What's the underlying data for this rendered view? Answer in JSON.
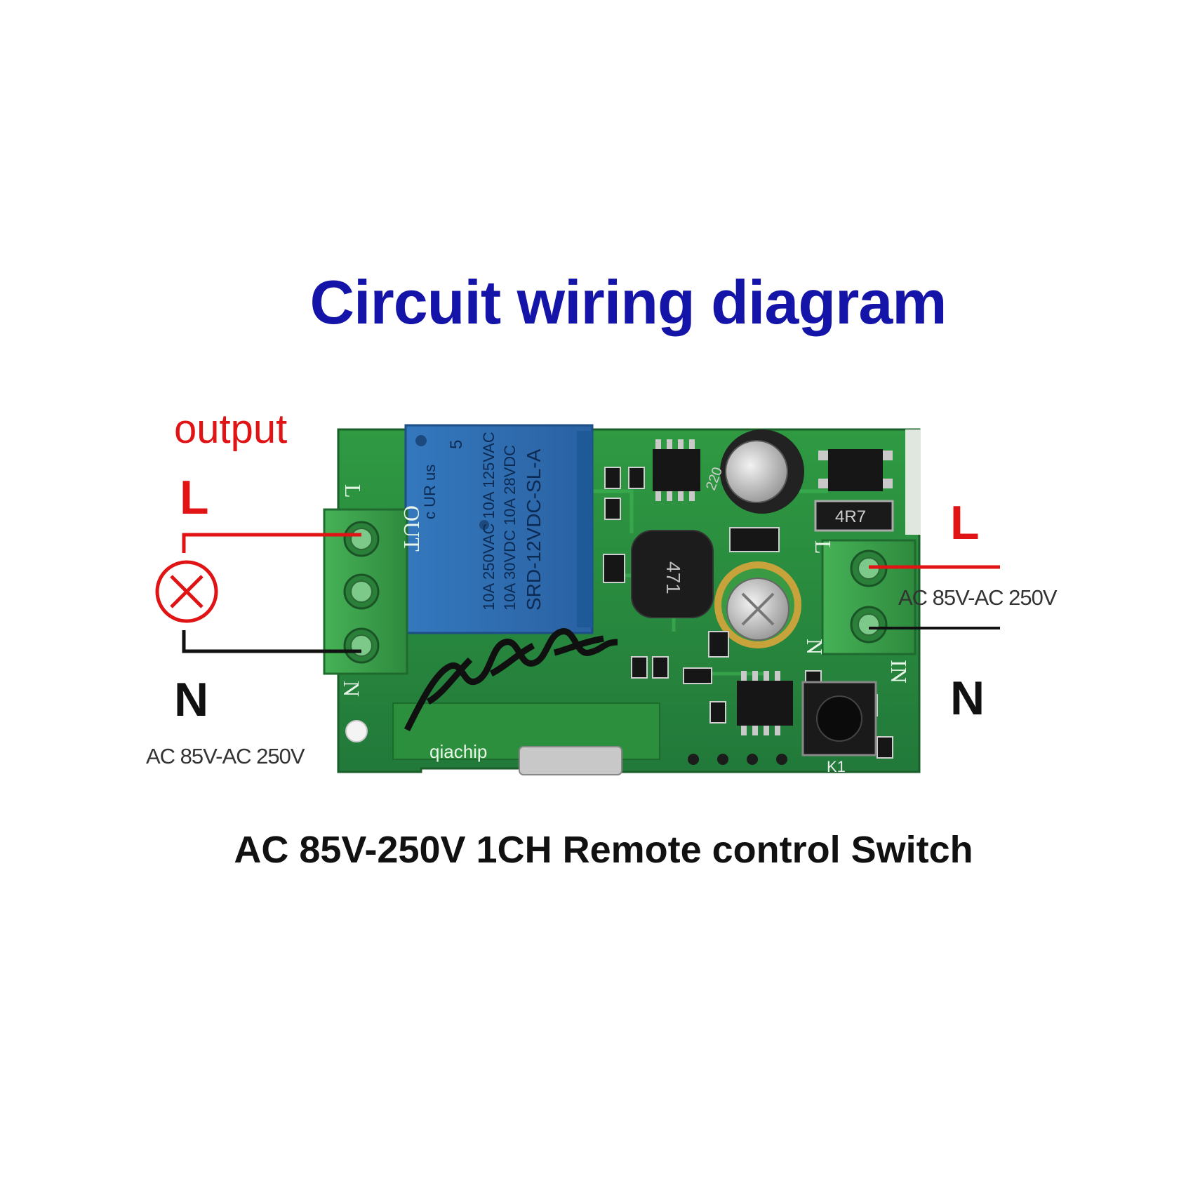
{
  "title": "Circuit wiring diagram",
  "caption": "AC 85V-250V 1CH Remote control Switch",
  "colors": {
    "title": "#1414a8",
    "live_wire": "#e01414",
    "neutral_wire": "#111111",
    "pcb": "#2c8c3c",
    "terminal_block": "#3aa04a",
    "relay": "#2f6fb0"
  },
  "output_side": {
    "heading": "output",
    "live_label": "L",
    "neutral_label": "N",
    "voltage": "AC 85V-AC 250V",
    "load_icon": "lamp-icon"
  },
  "input_side": {
    "live_label": "L",
    "neutral_label": "N",
    "voltage": "AC 85V-AC 250V"
  },
  "board": {
    "relay_text": [
      "5",
      "c UR us",
      "10A 250VAC 10A 125VAC",
      "10A 30VDC 10A 28VDC",
      "SRD-12VDC-SL-A"
    ],
    "silk_out": "OUT",
    "silk_in": "IN",
    "silk_l_left": "L",
    "silk_n_left": "N",
    "silk_l_right": "L",
    "silk_n_right": "N",
    "inductor_text": "471",
    "resistor_text": "4R7",
    "module_text": "qiachip",
    "button_label": "K1",
    "cap_text": "220"
  }
}
